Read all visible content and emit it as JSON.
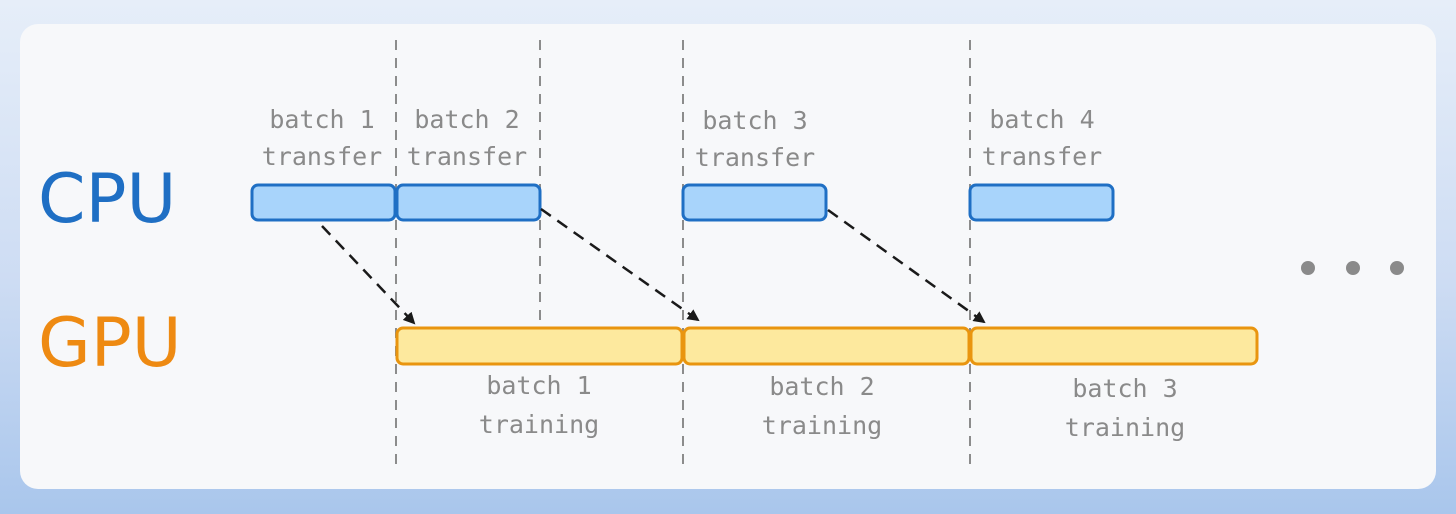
{
  "rows": {
    "cpu": {
      "label": "CPU",
      "color": "#1f6fc4"
    },
    "gpu": {
      "label": "GPU",
      "color": "#ee8a12"
    }
  },
  "colors": {
    "cpu_fill": "#a8d4fb",
    "cpu_stroke": "#1f6fc4",
    "gpu_fill": "#fde99e",
    "gpu_stroke": "#e9950f",
    "divider": "#8c8c8c",
    "arrow": "#1a1a1a",
    "caption": "#8a8a8a",
    "dots": "#8a8a8a"
  },
  "cpu_blocks": [
    {
      "line1": "batch 1",
      "line2": "transfer"
    },
    {
      "line1": "batch 2",
      "line2": "transfer"
    },
    {
      "line1": "batch 3",
      "line2": "transfer"
    },
    {
      "line1": "batch 4",
      "line2": "transfer"
    }
  ],
  "gpu_blocks": [
    {
      "line1": "batch 1",
      "line2": "training"
    },
    {
      "line1": "batch 2",
      "line2": "training"
    },
    {
      "line1": "batch 3",
      "line2": "training"
    }
  ],
  "arrows": [
    {
      "from": "batch 1 transfer",
      "to": "batch 1 training"
    },
    {
      "from": "batch 2 transfer",
      "to": "batch 2 training"
    },
    {
      "from": "batch 3 transfer",
      "to": "batch 3 training"
    }
  ],
  "continuation": "..."
}
